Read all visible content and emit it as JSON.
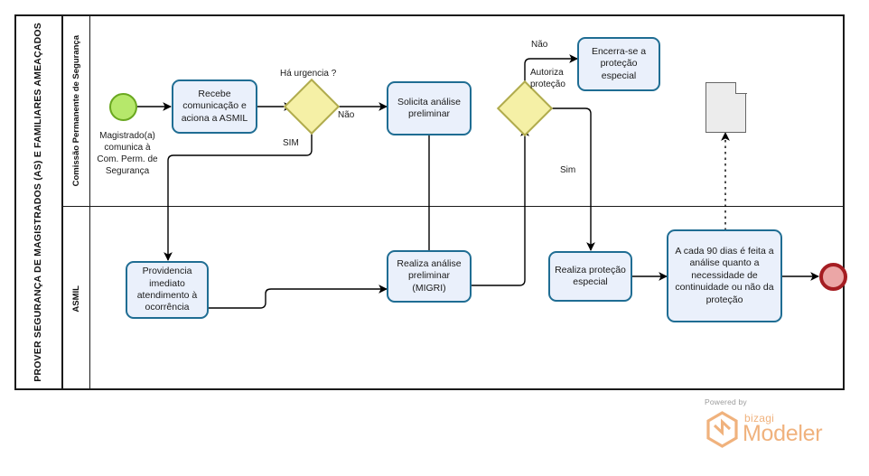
{
  "diagram": {
    "type": "bpmn-process",
    "pool": {
      "label": "PROVER SEGURANÇA DE MAGISTRADOS (AS) E FAMILIARES AMEAÇADOS"
    },
    "lanes": [
      {
        "id": "lane-comissao",
        "label": "Comissão Permanente de Segurança"
      },
      {
        "id": "lane-asmil",
        "label": "ASMIL"
      }
    ],
    "events": {
      "start": {
        "name": "start-event",
        "caption": "Magistrado(a)\ncomunica à\nCom. Perm. de\nSegurança",
        "caption_lines": [
          "Magistrado(a)",
          "comunica à",
          "Com. Perm. de",
          "Segurança"
        ]
      },
      "end": {
        "name": "end-event",
        "caption": ""
      }
    },
    "tasks": [
      {
        "id": "task-recebe",
        "label": "Recebe comunicação e aciona a ASMIL",
        "lane": "lane-comissao"
      },
      {
        "id": "task-solicita",
        "label": "Solicita análise preliminar",
        "lane": "lane-comissao"
      },
      {
        "id": "task-encerra",
        "label": "Encerra-se a proteção especial",
        "lane": "lane-comissao"
      },
      {
        "id": "task-providencia",
        "label": "Providencia imediato atendimento à ocorrência",
        "lane": "lane-asmil"
      },
      {
        "id": "task-migri",
        "label": "Realiza análise preliminar (MIGRI)",
        "lane": "lane-asmil"
      },
      {
        "id": "task-protecao",
        "label": "Realiza proteção especial",
        "lane": "lane-asmil"
      },
      {
        "id": "task-90dias",
        "label": "A cada 90 dias é feita a análise quanto a necessidade de continuidade ou não da proteção",
        "lane": "lane-asmil"
      }
    ],
    "gateways": [
      {
        "id": "gateway-urgencia",
        "label": "Há urgencia ?",
        "lane": "lane-comissao"
      },
      {
        "id": "gateway-autoriza",
        "label": "",
        "lane": "lane-comissao"
      }
    ],
    "artifacts": [
      {
        "id": "data-object-1",
        "name": "data-object",
        "label": ""
      }
    ],
    "flow_labels": {
      "urgencia_sim": "SIM",
      "urgencia_nao": "Não",
      "autoriza_nao": "Não",
      "autoriza_proteca_1": "Autoriza",
      "autoriza_proteca_2": "proteção",
      "autoriza_sim": "Sim"
    },
    "colors": {
      "task_fill": "#eaf0fb",
      "task_border": "#1f6d93",
      "gateway_fill": "#f5f0a6",
      "gateway_border": "#b0ab4d",
      "start_fill": "#b6e86b",
      "start_border": "#6aa820",
      "end_fill": "#eba6a6",
      "end_border": "#a51d22",
      "data_fill": "#ececec",
      "flow_line": "#000000",
      "pool_border": "#1a1a1a",
      "logo_accent": "#f0b27d"
    }
  },
  "branding": {
    "powered_by": "Powered by",
    "brand_small": "bizagi",
    "brand_large": "Modeler"
  }
}
